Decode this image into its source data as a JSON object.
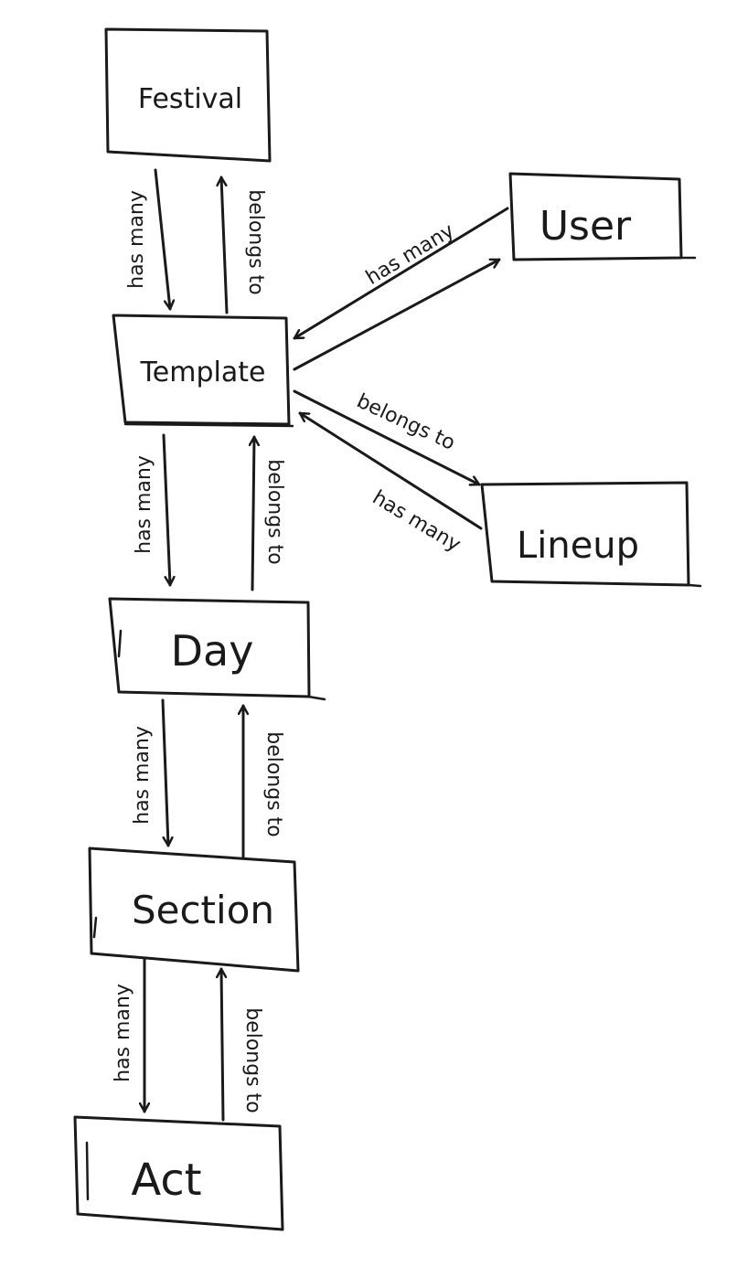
{
  "nodes": {
    "festival": "Festival",
    "template": "Template",
    "user": "User",
    "lineup": "Lineup",
    "day": "Day",
    "section": "Section",
    "act": "Act"
  },
  "edges": {
    "has_many": "has many",
    "belongs_to": "belongs to"
  }
}
